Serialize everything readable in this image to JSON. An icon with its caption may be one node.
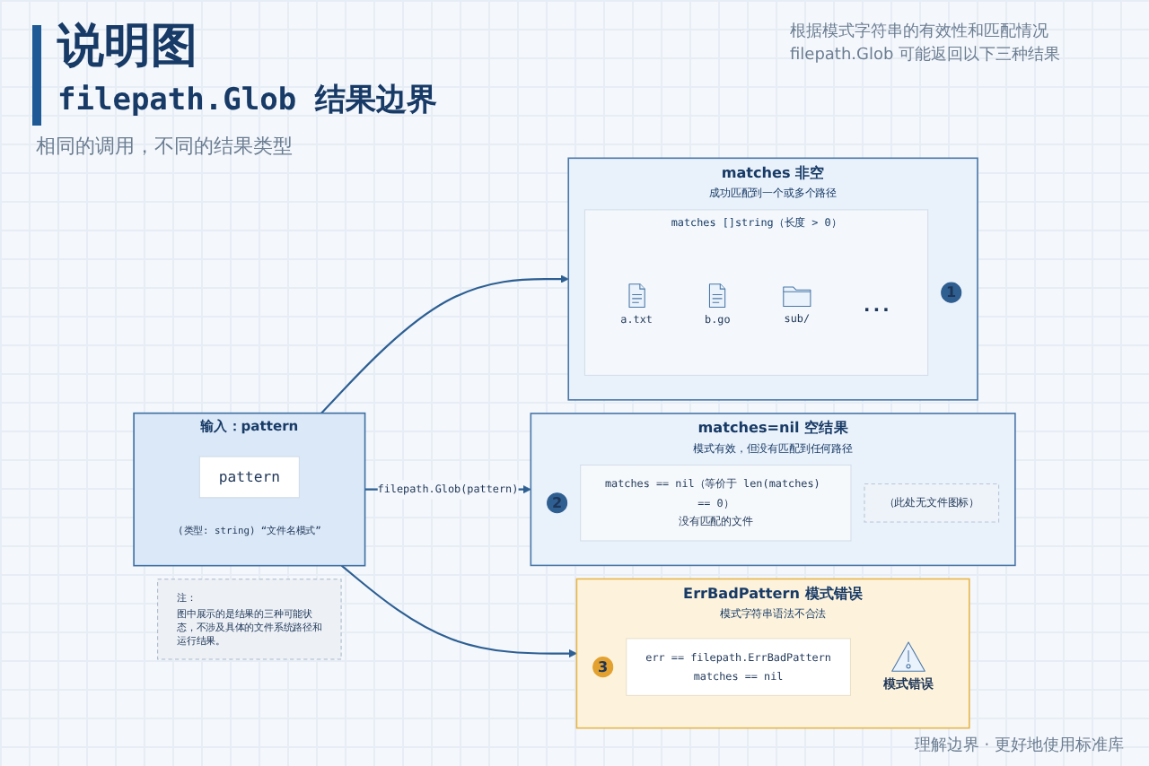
{
  "diagram": {
    "title": "说明图",
    "nodes": [
      {
        "text": [
          "输入：pattern"
        ]
      },
      {
        "text": [
          "pattern"
        ],
        "in": 0,
        "beside": [
          "(类型: string) “文件名模式”"
        ]
      },
      {
        "text": [
          "matches 非空",
          "成功匹配到一个或多个路径"
        ]
      },
      {
        "text": [
          "1"
        ],
        "in": 2
      },
      {
        "text": [
          "matches []string（长度 > 0）"
        ],
        "in": 2
      },
      {
        "text": [
          "a.txt"
        ],
        "in": 4
      },
      {
        "text": [
          "b.go"
        ],
        "in": 4
      },
      {
        "text": [
          "sub/"
        ],
        "in": 4
      },
      {
        "text": [
          "..."
        ],
        "in": 4
      },
      {
        "text": [
          "matches=nil 空结果",
          "模式有效，但没有匹配到任何路径"
        ]
      },
      {
        "text": [
          "2"
        ],
        "in": 9
      },
      {
        "text": [
          "matches == nil（等价于 len(matches) == 0）",
          "没有匹配的文件"
        ],
        "in": 9
      },
      {
        "text": [
          "（此处无文件图标）"
        ],
        "in": 9
      },
      {
        "text": [
          "ErrBadPattern 模式错误",
          "模式字符串语法不合法"
        ]
      },
      {
        "text": [
          "3"
        ],
        "in": 13
      },
      {
        "text": [
          "err == filepath.ErrBadPattern",
          "matches == nil"
        ],
        "in": 13
      },
      {
        "text": [
          "模式错误"
        ],
        "in": 13
      },
      {
        "text": [
          "注：",
          "图中展示的是结果的三种可能状态，不涉及具体的文件系统路径和运行结果。"
        ]
      }
    ],
    "edges": [
      {
        "from": 0,
        "to": 2,
        "arrow": "to"
      },
      {
        "from": 0,
        "to": 9,
        "arrow": "to",
        "label": "filepath.Glob(pattern)"
      },
      {
        "from": 0,
        "to": 13,
        "arrow": "to"
      }
    ],
    "labels": [
      "filepath.Glob 结果边界",
      "相同的调用，不同的结果类型",
      "根据模式字符串的有效性和匹配情况filepath.Glob 可能返回以下三种结果"
    ],
    "caption": "理解边界 · 更好地使用标准库"
  }
}
